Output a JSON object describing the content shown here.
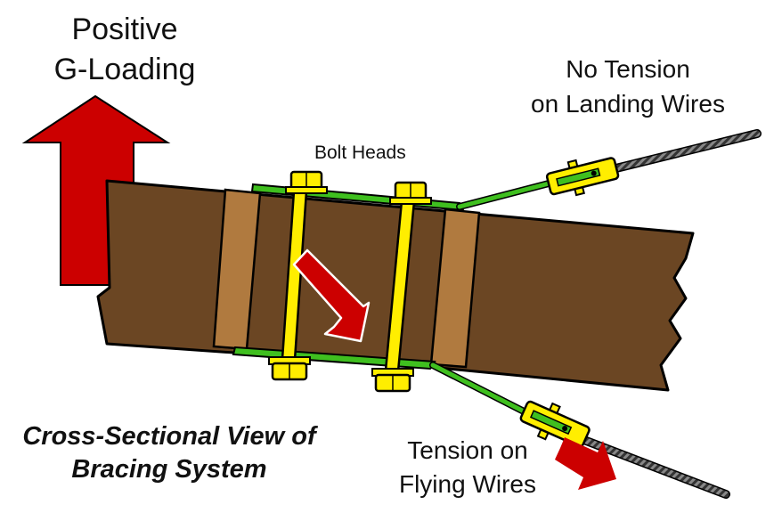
{
  "labels": {
    "load_title": [
      "Positive",
      "G-Loading"
    ],
    "landing_wires": [
      "No Tension",
      "on Landing Wires"
    ],
    "bolt_heads": "Bolt Heads",
    "flying_wires": [
      "Tension on",
      "Flying Wires"
    ],
    "caption": [
      "Cross-Sectional View of",
      "Bracing System"
    ]
  },
  "colors": {
    "spar": "#6b4623",
    "spar_block": "#b07a3f",
    "load_arrow": "#cc0000",
    "bolt": "#ffee00",
    "bracing_wire": "#3fbf1f",
    "outline": "#000000"
  }
}
